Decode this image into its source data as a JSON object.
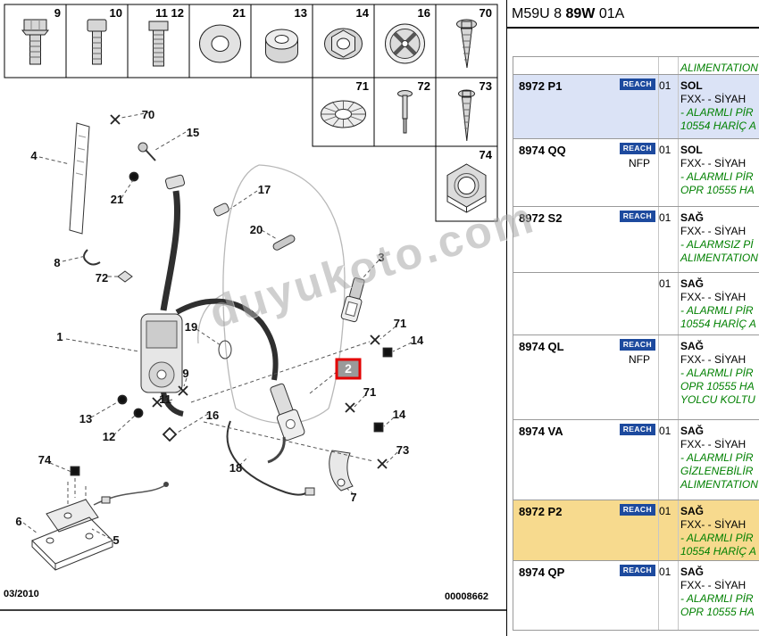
{
  "header": {
    "code_plain_left": "M59U 8",
    "code_bold": "89W",
    "code_plain_right": "01A"
  },
  "watermark": "duyukoto.com",
  "diagram": {
    "footer_date": "03/2010",
    "footer_number": "00008662",
    "grid": {
      "row1": [
        "9",
        "10",
        "11 12",
        "21",
        "13",
        "14",
        "16",
        "70"
      ],
      "row2": [
        "71",
        "72",
        "73"
      ],
      "row3": [
        "74"
      ],
      "row1_icons": [
        "hex-bolt",
        "cylinder-head-bolt",
        "threaded-bolt",
        "flat-washer",
        "spacer-bushing",
        "flange-nut",
        "cross-cap",
        "tapping-screw"
      ],
      "row2_icons": [
        "serrated-washer",
        "rivet-pin",
        "pan-head-screw"
      ],
      "row3_icons": [
        "hex-nut"
      ]
    },
    "callouts": [
      "70",
      "15",
      "4",
      "21",
      "17",
      "20",
      "8",
      "72",
      "3",
      "1",
      "19",
      "71",
      "14",
      "9",
      "2",
      "11",
      "16",
      "13",
      "71",
      "12",
      "14",
      "73",
      "18",
      "7",
      "74",
      "6",
      "5"
    ],
    "highlighted_callout": "2"
  },
  "table": {
    "rows": [
      {
        "part": "",
        "badge": "",
        "nfp": "",
        "qty": "",
        "side": "",
        "bg": "",
        "lines": [
          {
            "t": "ALIMENTATION",
            "s": "g"
          }
        ]
      },
      {
        "part": "8972 P1",
        "badge": "REACH",
        "nfp": "",
        "qty": "01",
        "side": "SOL",
        "bg": "blue",
        "lines": [
          {
            "t": "FXX- - SİYAH",
            "s": "b"
          },
          {
            "t": "- ALARMLI PİR",
            "s": "g"
          },
          {
            "t": "10554 HARİÇ A",
            "s": "g"
          }
        ]
      },
      {
        "part": "8974 QQ",
        "badge": "REACH",
        "nfp": "NFP",
        "qty": "01",
        "side": "SOL",
        "bg": "",
        "lines": [
          {
            "t": "FXX- - SİYAH",
            "s": "b"
          },
          {
            "t": "- ALARMLI PİR",
            "s": "g"
          },
          {
            "t": "OPR 10555 HA",
            "s": "g"
          }
        ]
      },
      {
        "part": "8972 S2",
        "badge": "REACH",
        "nfp": "",
        "qty": "01",
        "side": "SAĞ",
        "bg": "",
        "lines": [
          {
            "t": "FXX- - SİYAH",
            "s": "b"
          },
          {
            "t": "- ALARMSIZ Pİ",
            "s": "g"
          },
          {
            "t": "ALIMENTATION",
            "s": "g"
          }
        ]
      },
      {
        "part": "",
        "badge": "",
        "nfp": "",
        "qty": "01",
        "side": "SAĞ",
        "bg": "",
        "lines": [
          {
            "t": "FXX- - SİYAH",
            "s": "b"
          },
          {
            "t": "- ALARMLI PİR",
            "s": "g"
          },
          {
            "t": "10554 HARİÇ A",
            "s": "g"
          }
        ]
      },
      {
        "part": "8974 QL",
        "badge": "REACH",
        "nfp": "NFP",
        "qty": "",
        "side": "SAĞ",
        "bg": "",
        "lines": [
          {
            "t": "FXX- - SİYAH",
            "s": "b"
          },
          {
            "t": "- ALARMLI PİR",
            "s": "g"
          },
          {
            "t": "OPR 10555 HA",
            "s": "g"
          },
          {
            "t": "YOLCU KOLTU",
            "s": "g"
          }
        ]
      },
      {
        "part": "8974 VA",
        "badge": "REACH",
        "nfp": "",
        "qty": "01",
        "side": "SAĞ",
        "bg": "",
        "lines": [
          {
            "t": "FXX- - SİYAH",
            "s": "b"
          },
          {
            "t": "- ALARMLI PİR",
            "s": "g"
          },
          {
            "t": "GİZLENEBİLİR",
            "s": "g"
          },
          {
            "t": "ALIMENTATION",
            "s": "g"
          }
        ]
      },
      {
        "part": "8972 P2",
        "badge": "REACH",
        "nfp": "",
        "qty": "01",
        "side": "SAĞ",
        "bg": "orange",
        "lines": [
          {
            "t": "FXX- - SİYAH",
            "s": "b"
          },
          {
            "t": "- ALARMLI PİR",
            "s": "g"
          },
          {
            "t": "10554 HARİÇ A",
            "s": "g"
          }
        ]
      },
      {
        "part": "8974 QP",
        "badge": "REACH",
        "nfp": "",
        "qty": "01",
        "side": "SAĞ",
        "bg": "",
        "lines": [
          {
            "t": "FXX- - SİYAH",
            "s": "b"
          },
          {
            "t": "- ALARMLI PİR",
            "s": "g"
          },
          {
            "t": "OPR 10555 HA",
            "s": "g"
          }
        ]
      }
    ]
  },
  "colors": {
    "row_highlight_blue": "#dbe3f6",
    "row_highlight_orange": "#f7da8e",
    "badge_bg": "#1d4a9e",
    "note_green": "#008000",
    "callout_highlight_red": "#e30000"
  }
}
